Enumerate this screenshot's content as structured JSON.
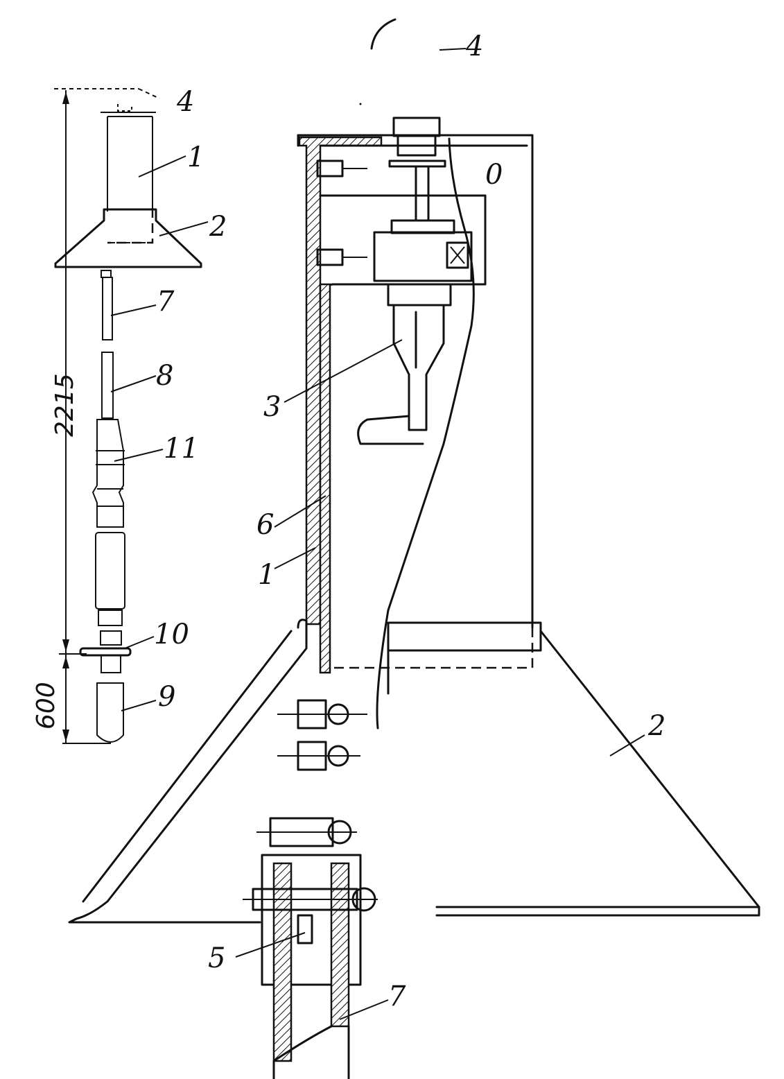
{
  "figure": {
    "small_view": {
      "labels": {
        "part_4": "4",
        "part_1": "1",
        "part_2": "2",
        "part_7": "7",
        "part_8": "8",
        "part_11": "11",
        "part_10": "10",
        "part_9": "9"
      },
      "dimensions": {
        "overall_height": "2215",
        "lower_length": "600"
      }
    },
    "section_view": {
      "labels": {
        "part_4": "4",
        "part_0": "0",
        "part_3": "3",
        "part_6": "6",
        "part_1": "1",
        "part_2": "2",
        "part_5": "5",
        "part_7": "7"
      }
    }
  }
}
